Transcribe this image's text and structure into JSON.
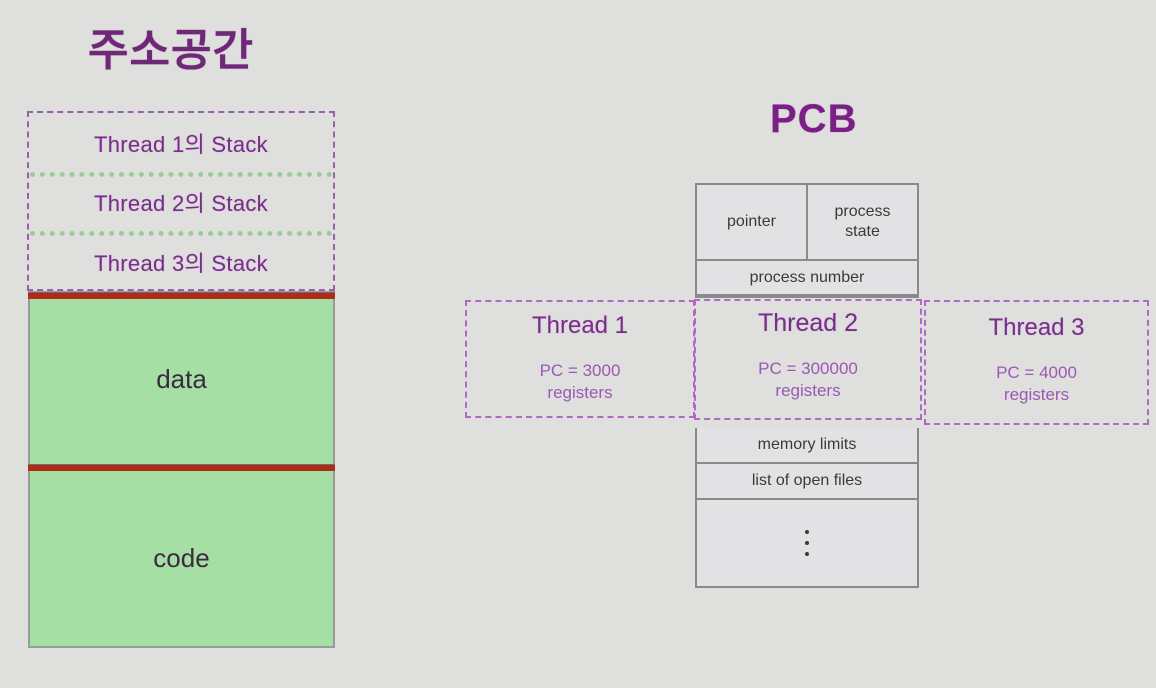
{
  "page": {
    "background_color": "#dfdfdd",
    "accent_purple": "#7b2d8e",
    "accent_light_purple": "#9b59b6",
    "memory_green": "#a6dfa3",
    "divider_red": "#b02a18",
    "table_gray": "#e2e2e4"
  },
  "address_space": {
    "title": "주소공간",
    "stacks": [
      {
        "label": "Thread 1의 Stack"
      },
      {
        "label": "Thread 2의 Stack"
      },
      {
        "label": "Thread 3의 Stack"
      }
    ],
    "segments": [
      {
        "label": "data"
      },
      {
        "label": "code"
      }
    ]
  },
  "pcb": {
    "title": "PCB",
    "header_cells": [
      {
        "label": "pointer"
      },
      {
        "label": "process\nstate",
        "line1": "process",
        "line2": "state"
      }
    ],
    "rows_top": [
      {
        "label": "process number"
      }
    ],
    "rows_bottom": [
      {
        "label": "memory limits"
      },
      {
        "label": "list of open files"
      }
    ],
    "ellipsis": "⋮"
  },
  "threads": [
    {
      "name": "Thread 1",
      "pc": "PC = 3000",
      "registers": "registers"
    },
    {
      "name": "Thread 2",
      "pc": "PC =  300000",
      "registers": "registers"
    },
    {
      "name": "Thread 3",
      "pc": "PC =  4000",
      "registers": "registers"
    }
  ]
}
